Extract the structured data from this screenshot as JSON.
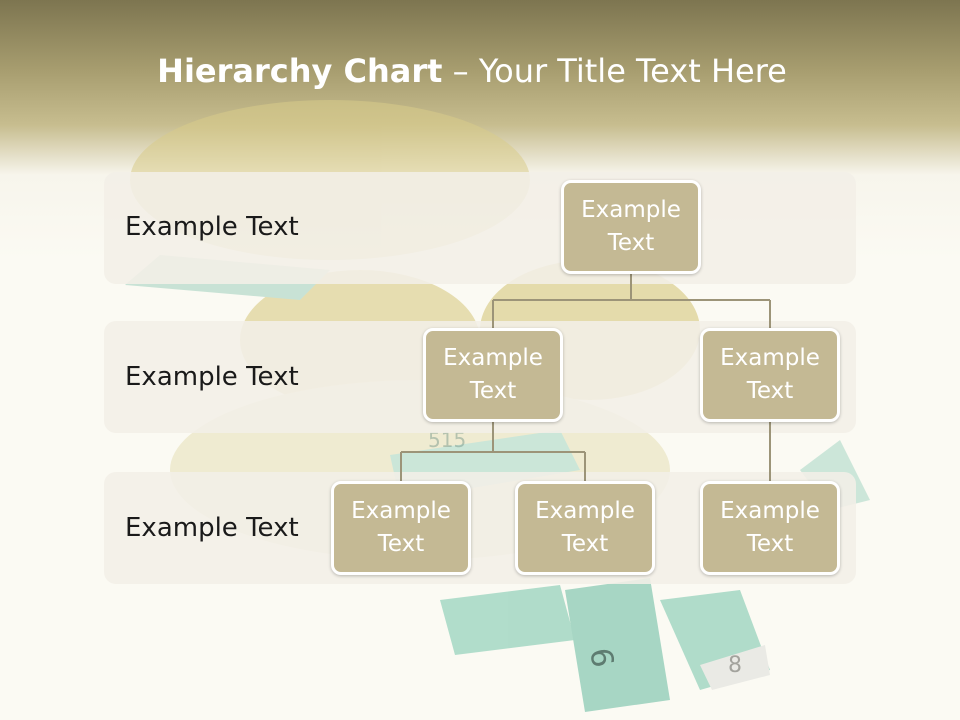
{
  "slide": {
    "title_bold": "Hierarchy Chart",
    "title_rest": " – Your Title Text Here"
  },
  "rows": [
    {
      "label": "Example Text"
    },
    {
      "label": "Example Text"
    },
    {
      "label": "Example Text"
    }
  ],
  "nodes": {
    "root": "Example Text",
    "level2_left": "Example Text",
    "level2_right": "Example Text",
    "level3_a": "Example Text",
    "level3_b": "Example Text",
    "level3_c": "Example Text"
  },
  "tape_numbers": [
    "515",
    "6",
    "8"
  ],
  "colors": {
    "header": "#8f8660",
    "node_fill": "#c4b994",
    "band": "#f2efe7",
    "connector": "#9c9478",
    "tape": "#a8d9c6"
  }
}
